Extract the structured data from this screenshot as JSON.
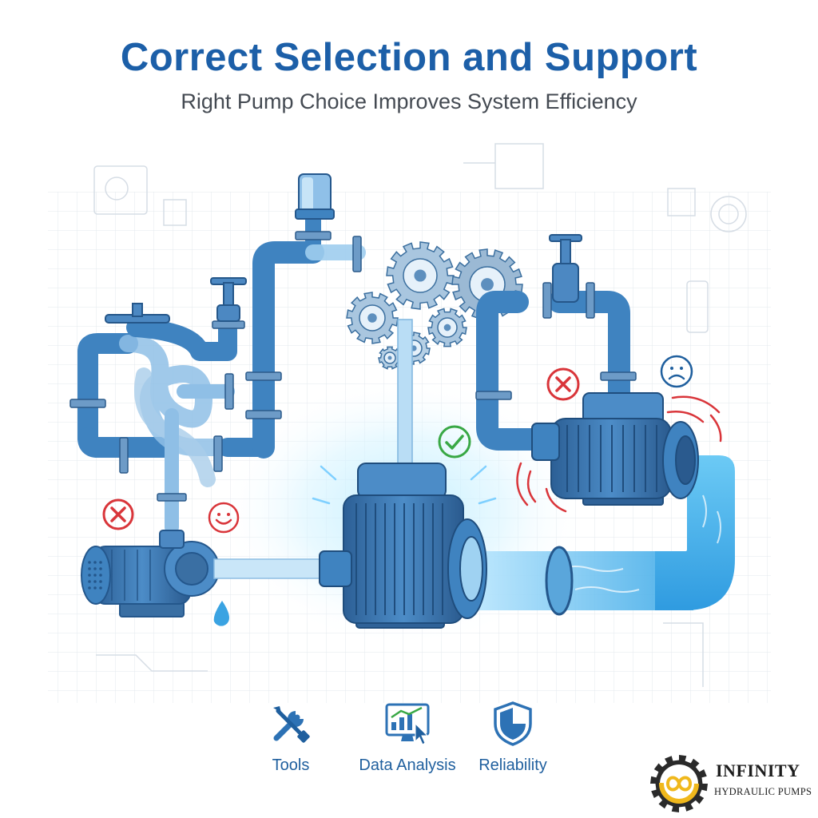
{
  "header": {
    "title": "Correct Selection and Support",
    "subtitle": "Right Pump Choice Improves System Efficiency"
  },
  "colors": {
    "title": "#1c5fa8",
    "pipe": "#3f83c0",
    "pipe_dark": "#24578c",
    "water": "#4fb6ee",
    "glow": "#9ee0ff",
    "check": "#39a845",
    "cross": "#d9353a",
    "grid": "#e3e8ee",
    "logo_gold": "#f0b81c"
  },
  "indicators": [
    {
      "id": "left-pump-cross",
      "icon": "cross-circle-icon"
    },
    {
      "id": "left-pump-smile",
      "icon": "happy-face-icon"
    },
    {
      "id": "center-pump-check",
      "icon": "check-circle-icon"
    },
    {
      "id": "right-pump-cross",
      "icon": "cross-circle-icon"
    },
    {
      "id": "right-pump-frown",
      "icon": "sad-face-icon"
    }
  ],
  "features": [
    {
      "label": "Tools",
      "icon": "wrench-screwdriver-icon"
    },
    {
      "label": "Data Analysis",
      "icon": "chart-monitor-icon"
    },
    {
      "label": "Reliability",
      "icon": "shield-icon"
    }
  ],
  "logo": {
    "name": "INFINITY",
    "tagline": "HYDRAULIC PUMPS"
  }
}
